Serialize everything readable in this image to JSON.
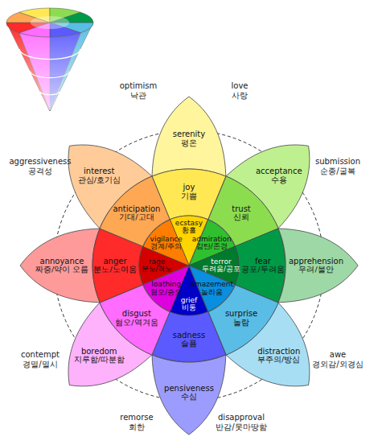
{
  "diagram": {
    "nodes": [
      {
        "text": [
          "serenity",
          "평온"
        ]
      },
      {
        "text": [
          "joy",
          "기쁨"
        ]
      },
      {
        "text": [
          "ecstasy",
          "황홀"
        ]
      },
      {
        "text": [
          "acceptance",
          "수용"
        ]
      },
      {
        "text": [
          "trust",
          "신뢰"
        ]
      },
      {
        "text": [
          "admiration",
          "감탄/존경"
        ]
      },
      {
        "text": [
          "apprehension",
          "우려/불안"
        ]
      },
      {
        "text": [
          "fear",
          "공포/두려움"
        ]
      },
      {
        "text": [
          "terror",
          "두려움/공포"
        ]
      },
      {
        "text": [
          "distraction",
          "부주의/방심"
        ]
      },
      {
        "text": [
          "surprise",
          "놀람"
        ]
      },
      {
        "text": [
          "amazement",
          "놀라움"
        ]
      },
      {
        "text": [
          "pensiveness",
          "수심"
        ]
      },
      {
        "text": [
          "sadness",
          "슬픔"
        ]
      },
      {
        "text": [
          "grief",
          "비통"
        ]
      },
      {
        "text": [
          "boredom",
          "지루함/따분함"
        ]
      },
      {
        "text": [
          "disgust",
          "혐오/역겨움"
        ]
      },
      {
        "text": [
          "loathing",
          "혐오/증오"
        ]
      },
      {
        "text": [
          "annoyance",
          "짜증/약이 오름"
        ]
      },
      {
        "text": [
          "anger",
          "분노/노여움"
        ]
      },
      {
        "text": [
          "rage",
          "분노/격노"
        ]
      },
      {
        "text": [
          "interest",
          "관심/호기심"
        ]
      },
      {
        "text": [
          "anticipation",
          "기대/고대"
        ]
      },
      {
        "text": [
          "vigilance",
          "경계/주의"
        ]
      }
    ],
    "labels": [
      "optimism",
      "낙관",
      "love",
      "사랑",
      "aggressiveness",
      "공격성",
      "submission",
      "순종/굴복",
      "contempt",
      "경멸/멸시",
      "awe",
      "경외감/외경심",
      "remorse",
      "회한",
      "disapproval",
      "반감/못마땅함"
    ]
  }
}
